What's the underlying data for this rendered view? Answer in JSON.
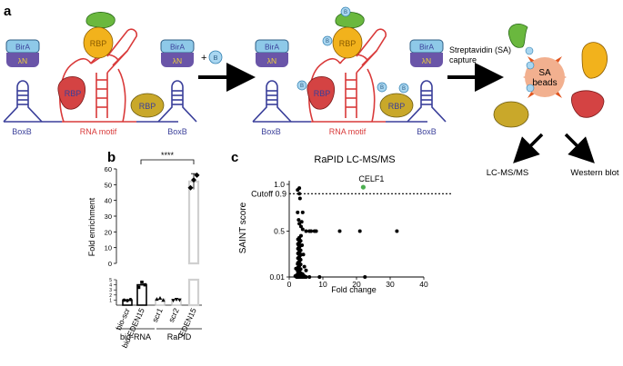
{
  "panels": {
    "a": "a",
    "b": "b",
    "c": "c"
  },
  "panel_a": {
    "birA": "BirA",
    "lambdaN": "λN",
    "boxB": "BoxB",
    "rbp": "RBP",
    "rna_motif": "RNA motif",
    "plus": "+",
    "biotin": "B",
    "capture_line1": "Streptavidin (SA)",
    "capture_line2": "capture",
    "beads_line1": "SA",
    "beads_line2": "beads",
    "out_ms": "LC-MS/MS",
    "out_wb": "Western blot",
    "colors": {
      "bira": "#8ec9e8",
      "lambdan": "#6a55a8",
      "hairpin": "#3a3f9a",
      "rna": "#d93a3a",
      "rbp_orange": "#f2b21c",
      "rbp_red": "#d44343",
      "rbp_olive": "#c9a82a",
      "rbp_green": "#6ab83e",
      "beads": "#f2b08f",
      "sa": "#e0541e"
    }
  },
  "panel_b": {
    "ylabel": "Fold enrichment",
    "significance": "****",
    "group_labels": [
      "bio-RNA",
      "RaPID"
    ],
    "chart_data": {
      "type": "bar",
      "categories": [
        "bio-scr",
        "bio-EDEN15",
        "scr1",
        "scr2",
        "EDEN15"
      ],
      "values": [
        1,
        4,
        1.2,
        1,
        52
      ],
      "points": [
        [
          1,
          0.9,
          1.1
        ],
        [
          3.5,
          4.5,
          4
        ],
        [
          1.2,
          1.4,
          1.0
        ],
        [
          0.9,
          1.1,
          1.0
        ],
        [
          48,
          53,
          56
        ]
      ],
      "y_upper_ticks": [
        "0",
        "10",
        "20",
        "30",
        "40",
        "50",
        "60"
      ],
      "y_lower_ticks": [
        "1",
        "2",
        "3",
        "4",
        "5"
      ],
      "ylim_upper": [
        0,
        60
      ],
      "ylim_lower": [
        0,
        5
      ]
    }
  },
  "panel_c": {
    "title": "RaPID LC-MS/MS",
    "highlight_label": "CELF1",
    "cutoff_label": "Cutoff 0.9",
    "chart_data": {
      "type": "scatter",
      "xlabel": "Fold change",
      "ylabel": "SAINT score",
      "x_ticks": [
        "0",
        "10",
        "20",
        "30",
        "40"
      ],
      "y_ticks": [
        "0.01",
        "0.5",
        "1.0"
      ],
      "xlim": [
        0,
        40
      ],
      "cutoff": 0.9,
      "highlight": {
        "x": 22,
        "y": 0.97
      },
      "points": [
        [
          2.5,
          0.94
        ],
        [
          3,
          0.96
        ],
        [
          3,
          0.9
        ],
        [
          3.2,
          0.85
        ],
        [
          2.5,
          0.7
        ],
        [
          2.8,
          0.62
        ],
        [
          3,
          0.58
        ],
        [
          3.5,
          0.55
        ],
        [
          4,
          0.52
        ],
        [
          5,
          0.5
        ],
        [
          6,
          0.5
        ],
        [
          6.5,
          0.5
        ],
        [
          7.5,
          0.5
        ],
        [
          8,
          0.5
        ],
        [
          15,
          0.5
        ],
        [
          21,
          0.5
        ],
        [
          32,
          0.5
        ],
        [
          3.5,
          0.45
        ],
        [
          3.2,
          0.4
        ],
        [
          2.8,
          0.35
        ],
        [
          3,
          0.3
        ],
        [
          3.5,
          0.25
        ],
        [
          3.2,
          0.2
        ],
        [
          2.5,
          0.15
        ],
        [
          2,
          0.1
        ],
        [
          2.5,
          0.08
        ],
        [
          3,
          0.06
        ],
        [
          3.5,
          0.05
        ],
        [
          4,
          0.04
        ],
        [
          2.2,
          0.03
        ],
        [
          1.8,
          0.02
        ],
        [
          2.2,
          0.01
        ],
        [
          2.5,
          0.01
        ],
        [
          3,
          0.01
        ],
        [
          3.5,
          0.01
        ],
        [
          4,
          0.01
        ],
        [
          4.5,
          0.01
        ],
        [
          5,
          0.01
        ],
        [
          6,
          0.01
        ],
        [
          9,
          0.01
        ],
        [
          22.5,
          0.01
        ],
        [
          3.8,
          0.35
        ],
        [
          4.2,
          0.25
        ],
        [
          4.5,
          0.12
        ],
        [
          5,
          0.08
        ],
        [
          3.7,
          0.6
        ],
        [
          4,
          0.7
        ],
        [
          4.5,
          0.02
        ]
      ]
    }
  }
}
